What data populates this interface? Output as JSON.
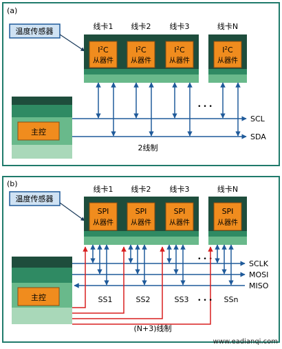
{
  "panel_a": {
    "label": "(a)",
    "sensor": "温度传感器",
    "cards": [
      {
        "title": "线卡1",
        "chip_l1_main": "I",
        "chip_l1_sup": "2",
        "chip_l1_tail": "C",
        "chip_l2": "从器件"
      },
      {
        "title": "线卡2",
        "chip_l1_main": "I",
        "chip_l1_sup": "2",
        "chip_l1_tail": "C",
        "chip_l2": "从器件"
      },
      {
        "title": "线卡3",
        "chip_l1_main": "I",
        "chip_l1_sup": "2",
        "chip_l1_tail": "C",
        "chip_l2": "从器件"
      },
      {
        "title": "线卡N",
        "chip_l1_main": "I",
        "chip_l1_sup": "2",
        "chip_l1_tail": "C",
        "chip_l2": "从器件"
      }
    ],
    "ellipsis": "• • •",
    "master": "主控",
    "bus_labels": [
      "SCL",
      "SDA"
    ],
    "caption": "2线制"
  },
  "panel_b": {
    "label": "(b)",
    "sensor": "温度传感器",
    "cards": [
      {
        "title": "线卡1",
        "chip_l1": "SPI",
        "chip_l2": "从器件",
        "select": "SS1"
      },
      {
        "title": "线卡2",
        "chip_l1": "SPI",
        "chip_l2": "从器件",
        "select": "SS2"
      },
      {
        "title": "线卡3",
        "chip_l1": "SPI",
        "chip_l2": "从器件",
        "select": "SS3"
      },
      {
        "title": "线卡N",
        "chip_l1": "SPI",
        "chip_l2": "从器件",
        "select": "SSn"
      }
    ],
    "ellipsis": "• • •",
    "master": "主控",
    "bus_labels": [
      "SCLK",
      "MOSI",
      "MISO"
    ],
    "caption": "(N+3)线制"
  },
  "watermark": "www.eadianqi.com",
  "colors": {
    "frame": "#1f7a6b",
    "card_dark": "#1e4d3c",
    "card_mid": "#2f8a63",
    "card_light": "#69b98b",
    "card_pale": "#a9d8b9",
    "chip": "#f08c1e",
    "chip_border": "#8a4b10",
    "sensor": "#cfe2f3",
    "bus": "#1f5a9a",
    "select_line": "#d81e1e"
  }
}
